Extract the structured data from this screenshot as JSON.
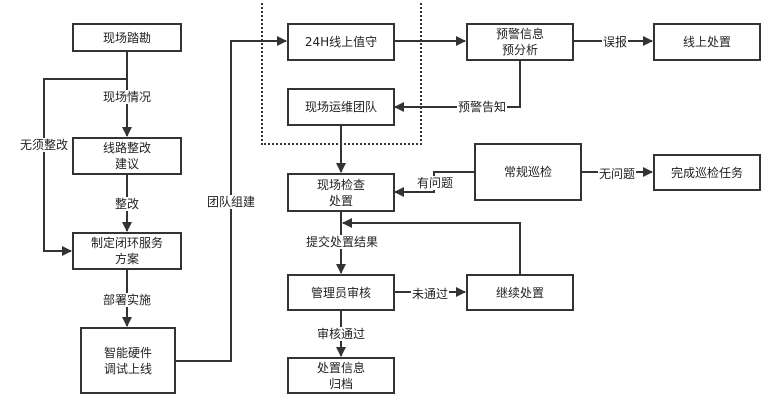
{
  "diagram": {
    "type": "flowchart",
    "nodes": {
      "site_survey": "现场踏勘",
      "line_rectification": "线路整改\n建议",
      "closed_loop_plan": "制定闭环服务\n方案",
      "hardware_online": "智能硬件\n调试上线",
      "online_watch": "24H线上值守",
      "warning_analysis": "预警信息\n预分析",
      "online_disposal": "线上处置",
      "onsite_team": "现场运维团队",
      "onsite_inspection": "现场检查\n处置",
      "routine_patrol": "常规巡检",
      "patrol_complete": "完成巡检任务",
      "admin_review": "管理员审核",
      "continue_disposal": "继续处置",
      "archive": "处置信息\n归档"
    },
    "edge_labels": {
      "site_situation": "现场情况",
      "no_rectification": "无须整改",
      "rectify": "整改",
      "deploy": "部署实施",
      "team_build": "团队组建",
      "false_alarm": "误报",
      "warning_notice": "预警告知",
      "has_problem": "有问题",
      "no_problem": "无问题",
      "submit_result": "提交处置结果",
      "not_passed": "未通过",
      "review_passed": "审核通过"
    },
    "edges": [
      {
        "from": "site_survey",
        "to": "line_rectification",
        "label": "现场情况"
      },
      {
        "from": "site_survey",
        "to": "closed_loop_plan",
        "label": "无须整改"
      },
      {
        "from": "line_rectification",
        "to": "closed_loop_plan",
        "label": "整改"
      },
      {
        "from": "closed_loop_plan",
        "to": "hardware_online",
        "label": "部署实施"
      },
      {
        "from": "hardware_online",
        "to": "online_watch",
        "label": "团队组建"
      },
      {
        "from": "online_watch",
        "to": "warning_analysis",
        "label": ""
      },
      {
        "from": "warning_analysis",
        "to": "online_disposal",
        "label": "误报"
      },
      {
        "from": "warning_analysis",
        "to": "onsite_team",
        "label": "预警告知"
      },
      {
        "from": "onsite_team",
        "to": "onsite_inspection",
        "label": ""
      },
      {
        "from": "routine_patrol",
        "to": "onsite_inspection",
        "label": "有问题"
      },
      {
        "from": "routine_patrol",
        "to": "patrol_complete",
        "label": "无问题"
      },
      {
        "from": "onsite_inspection",
        "to": "admin_review",
        "label": "提交处置结果"
      },
      {
        "from": "admin_review",
        "to": "continue_disposal",
        "label": "未通过"
      },
      {
        "from": "continue_disposal",
        "to": "onsite_inspection",
        "label": ""
      },
      {
        "from": "admin_review",
        "to": "archive",
        "label": "审核通过"
      }
    ],
    "colors": {
      "stroke": "#333333",
      "text": "#222222",
      "background": "#ffffff"
    }
  }
}
